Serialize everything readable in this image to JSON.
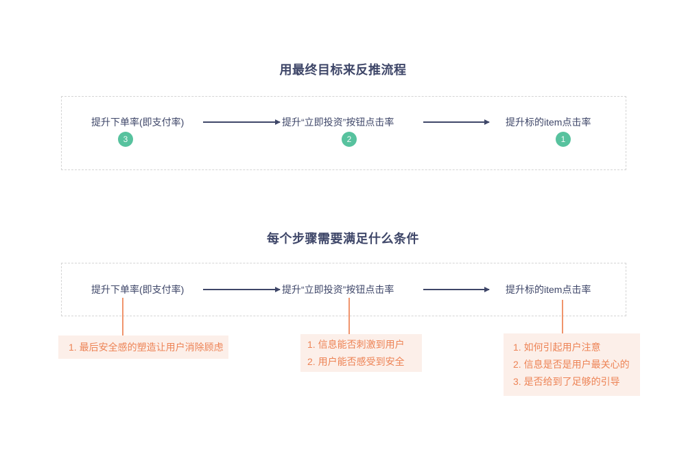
{
  "colors": {
    "text_dark": "#3e4668",
    "badge_green": "#57c29e",
    "orange_accent": "#ed8355",
    "note_background": "#fcefe9",
    "dashed_border": "#d4d4d4"
  },
  "section_goal": {
    "title": "用最终目标来反推流程",
    "steps": [
      {
        "label": "提升下单率(即支付率)",
        "badge": "3"
      },
      {
        "label": "提升“立即投资”按钮点击率",
        "badge": "2"
      },
      {
        "label": "提升标的item点击率",
        "badge": "1"
      }
    ]
  },
  "section_conditions": {
    "title": "每个步骤需要满足什么条件",
    "steps": [
      {
        "label": "提升下单率(即支付率)",
        "notes": [
          "1. 最后安全感的塑造让用户消除顾虑"
        ]
      },
      {
        "label": "提升“立即投资”按钮点击率",
        "notes": [
          "1. 信息能否刺激到用户",
          "2. 用户能否感受到安全"
        ]
      },
      {
        "label": "提升标的item点击率",
        "notes": [
          "1. 如何引起用户注意",
          "2. 信息是否是用户最关心的",
          "3. 是否给到了足够的引导"
        ]
      }
    ]
  }
}
